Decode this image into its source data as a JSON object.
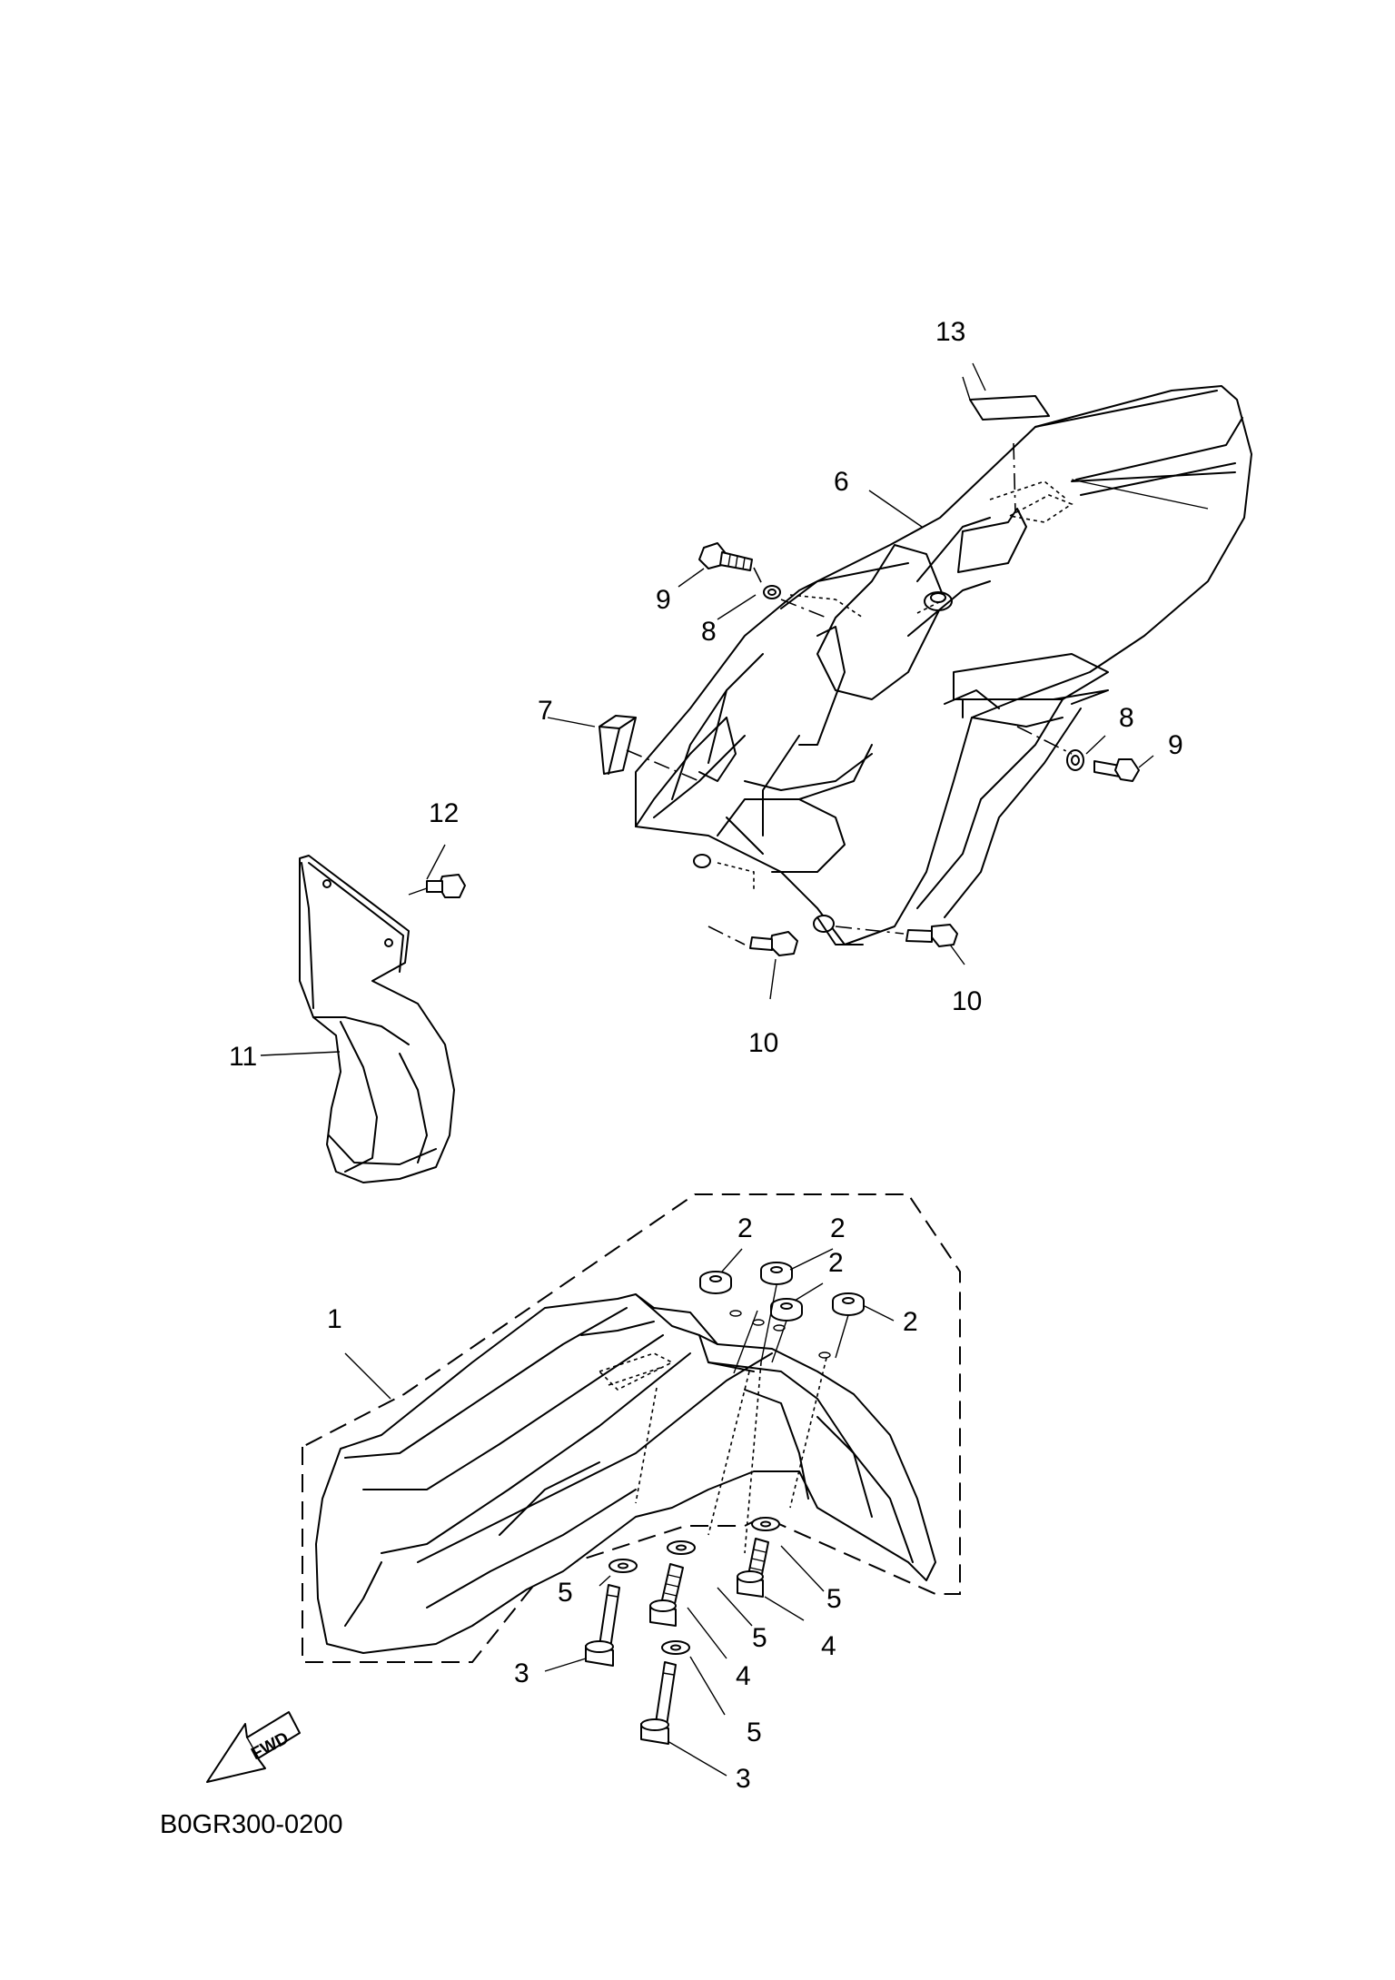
{
  "diagram": {
    "code": "B0GR300-0200",
    "direction": "FWD",
    "callouts": {
      "c1": "1",
      "c2a": "2",
      "c2b": "2",
      "c2c": "2",
      "c2d": "2",
      "c3a": "3",
      "c3b": "3",
      "c4a": "4",
      "c4b": "4",
      "c5a": "5",
      "c5b": "5",
      "c5c": "5",
      "c5d": "5",
      "c6": "6",
      "c7": "7",
      "c8a": "8",
      "c8b": "8",
      "c9a": "9",
      "c9b": "9",
      "c10a": "10",
      "c10b": "10",
      "c11": "11",
      "c12": "12",
      "c13": "13"
    }
  }
}
